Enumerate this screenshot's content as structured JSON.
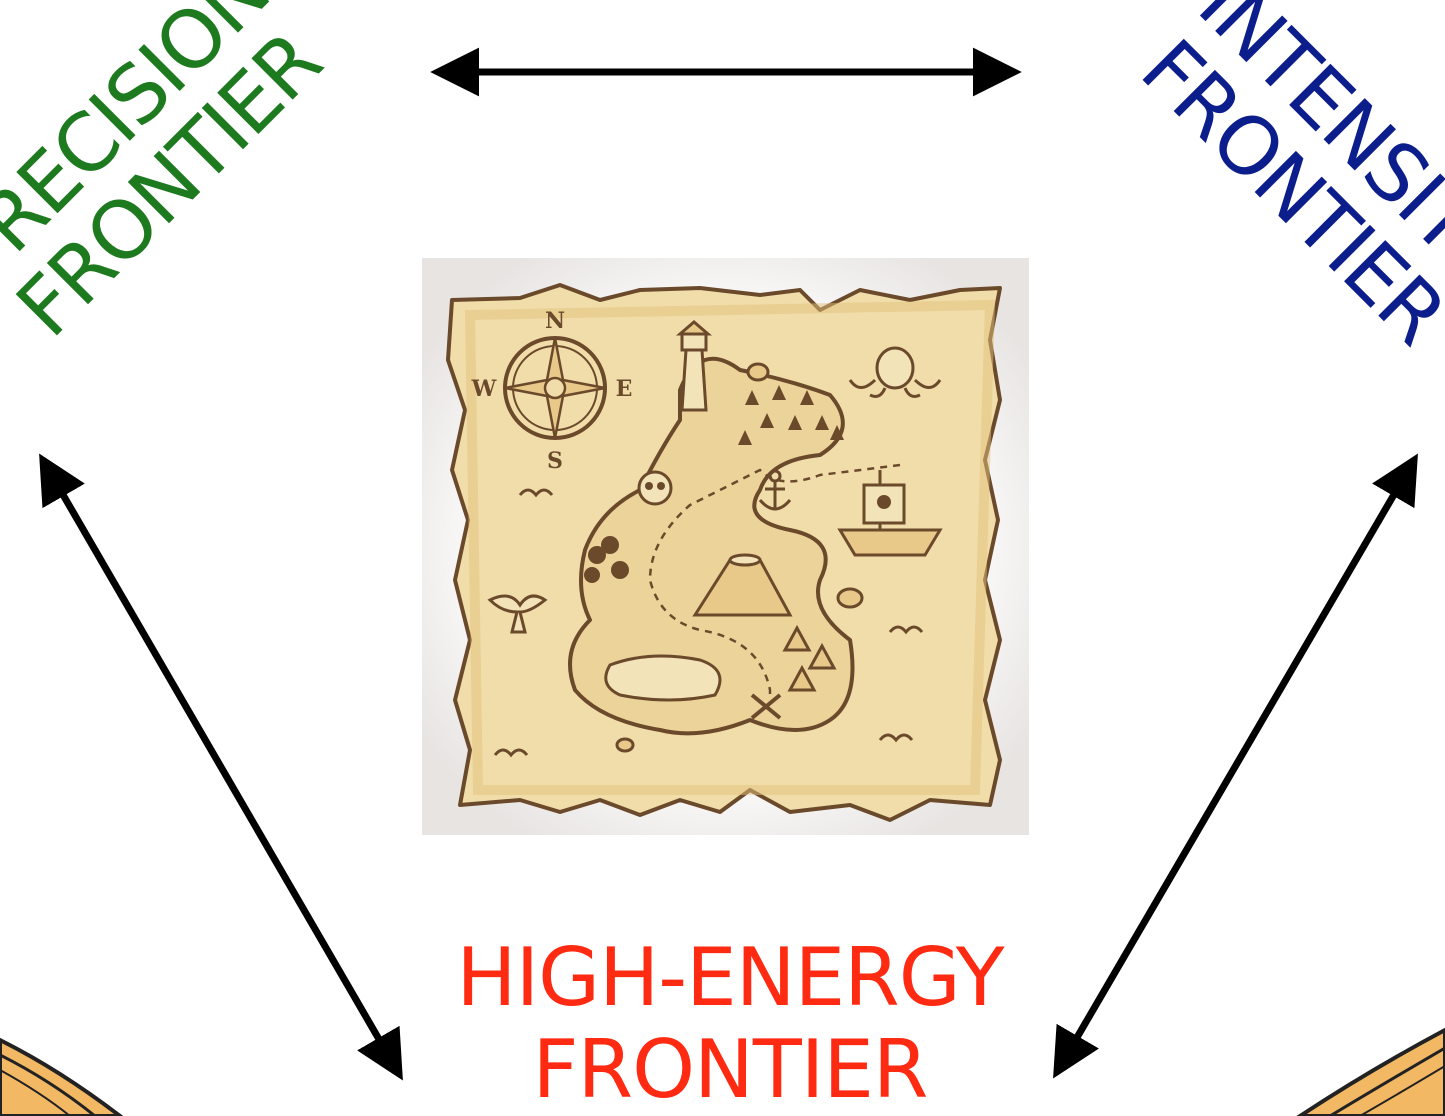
{
  "colors": {
    "precision": "#1e7a1e",
    "intensity": "#0c1d8c",
    "energy": "#ff2a12",
    "arrow": "#000000",
    "parchment": "#f1ddaa",
    "parchment_edge": "#d8b06a",
    "ink": "#6b4a2b",
    "land": "#ecd39a",
    "scroll_outer": "#f1b760"
  },
  "labels": {
    "precision": {
      "line1": "PRECISION",
      "line2": "FRONTIER"
    },
    "intensity": {
      "line1": "INTENSITY",
      "line2": "FRONTIER"
    },
    "energy": {
      "line1": "HIGH-ENERGY",
      "line2": "FRONTIER"
    }
  },
  "map": {
    "compass": {
      "n": "N",
      "s": "S",
      "e": "E",
      "w": "W"
    }
  },
  "icons": [
    "double-arrow-icon",
    "treasure-map-icon",
    "compass-icon",
    "lighthouse-icon",
    "ship-icon",
    "skull-icon",
    "octopus-icon",
    "volcano-icon",
    "anchor-icon",
    "x-mark-icon",
    "whale-tail-icon",
    "palm-tree-icon"
  ]
}
